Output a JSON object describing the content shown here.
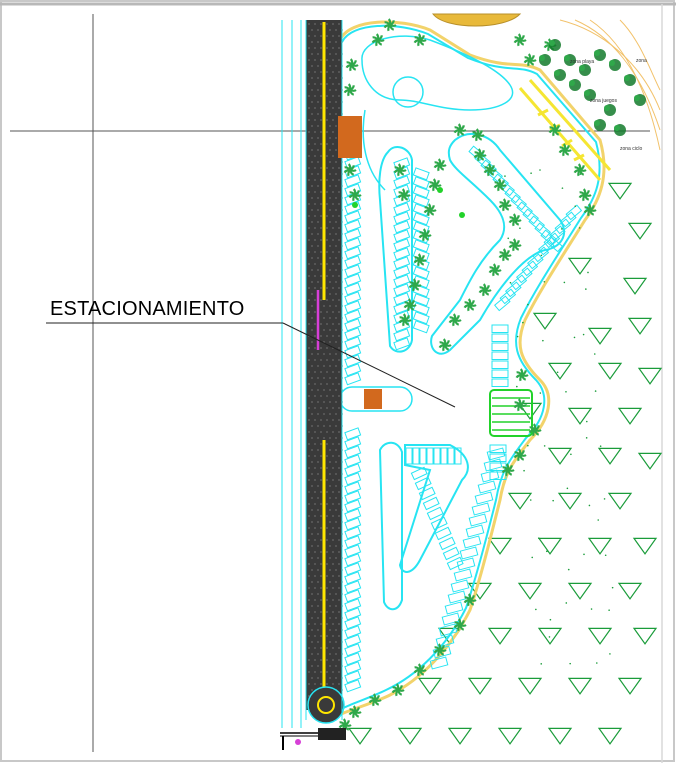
{
  "plan": {
    "callout_label": "ESTACIONAMIENTO",
    "zone_labels": [
      "zona playa",
      "zona juegos",
      "zona ciclo",
      "zona"
    ],
    "colors": {
      "background": "#ffffff",
      "border": "#c8c8c8",
      "road": "#3a3a3a",
      "road_center": "#ffe600",
      "parking_outline": "#27e4f2",
      "pavement_edge": "#f2d36b",
      "tree": "#2fa84a",
      "dark_tree": "#137a2c",
      "green_triangle": "#1a9c3a",
      "building": "#d2691e",
      "magenta": "#d63fd6",
      "bright_green": "#22d22a",
      "dome": "#e8b93a"
    }
  }
}
